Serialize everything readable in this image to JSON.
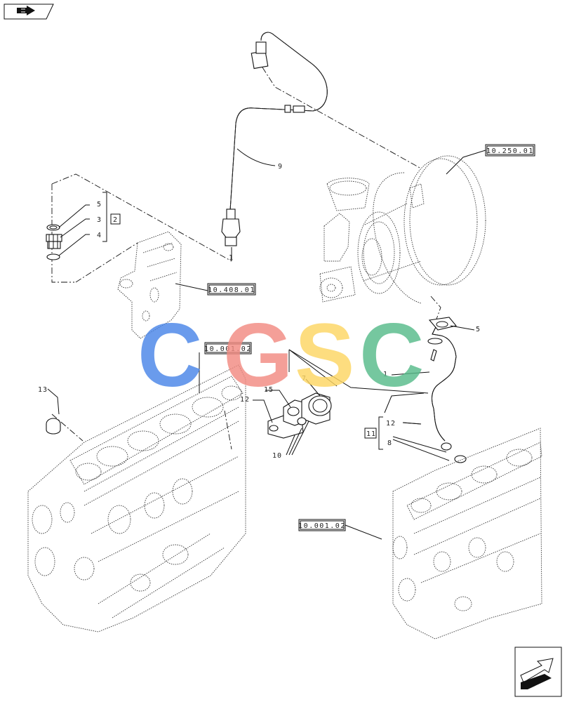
{
  "references": {
    "turbo": "10.250.01",
    "plate": "10.408.01",
    "block_top": "10.001.02",
    "block_bottom": "10.001.02"
  },
  "part_numbers": {
    "p1_top": "1",
    "p9": "9",
    "p5_left": "5",
    "p3": "3",
    "p4": "4",
    "p2": "2",
    "p5_right": "5",
    "p1_right": "1",
    "p13": "13",
    "p7": "7",
    "p15": "15",
    "p12_left": "12",
    "p10": "10",
    "p11": "11",
    "p12_right": "12",
    "p8": "8"
  },
  "watermark": {
    "letters": [
      "C",
      "G",
      "S",
      "C"
    ],
    "colors": [
      "#4a86e8",
      "#f28b82",
      "#fdd663",
      "#57bb8a"
    ]
  },
  "icons": {
    "top_left": "book-arrow-icon",
    "bottom_right": "next-page-arrow-icon"
  }
}
